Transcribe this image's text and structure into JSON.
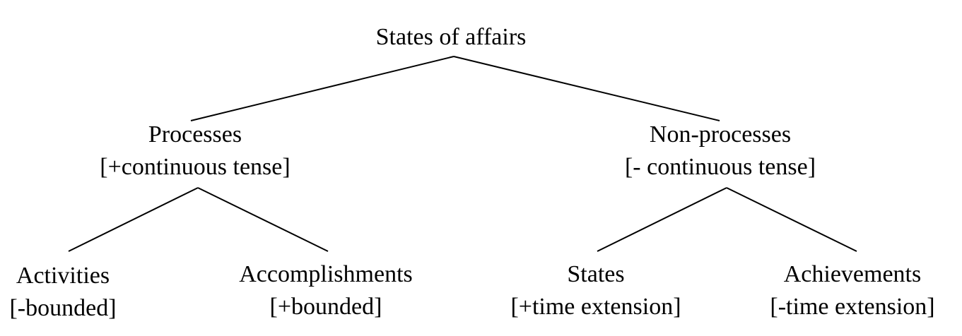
{
  "diagram": {
    "root": {
      "label": "States of affairs"
    },
    "processes": {
      "label": "Processes",
      "feature": "[+continuous tense]"
    },
    "non_processes": {
      "label": "Non-processes",
      "feature": "[- continuous tense]"
    },
    "activities": {
      "label": "Activities",
      "feature": "[-bounded]"
    },
    "accomplishments": {
      "label": "Accomplishments",
      "feature": "[+bounded]"
    },
    "states": {
      "label": "States",
      "feature": "[+time extension]"
    },
    "achievements": {
      "label": "Achievements",
      "feature": "[-time extension]"
    }
  }
}
